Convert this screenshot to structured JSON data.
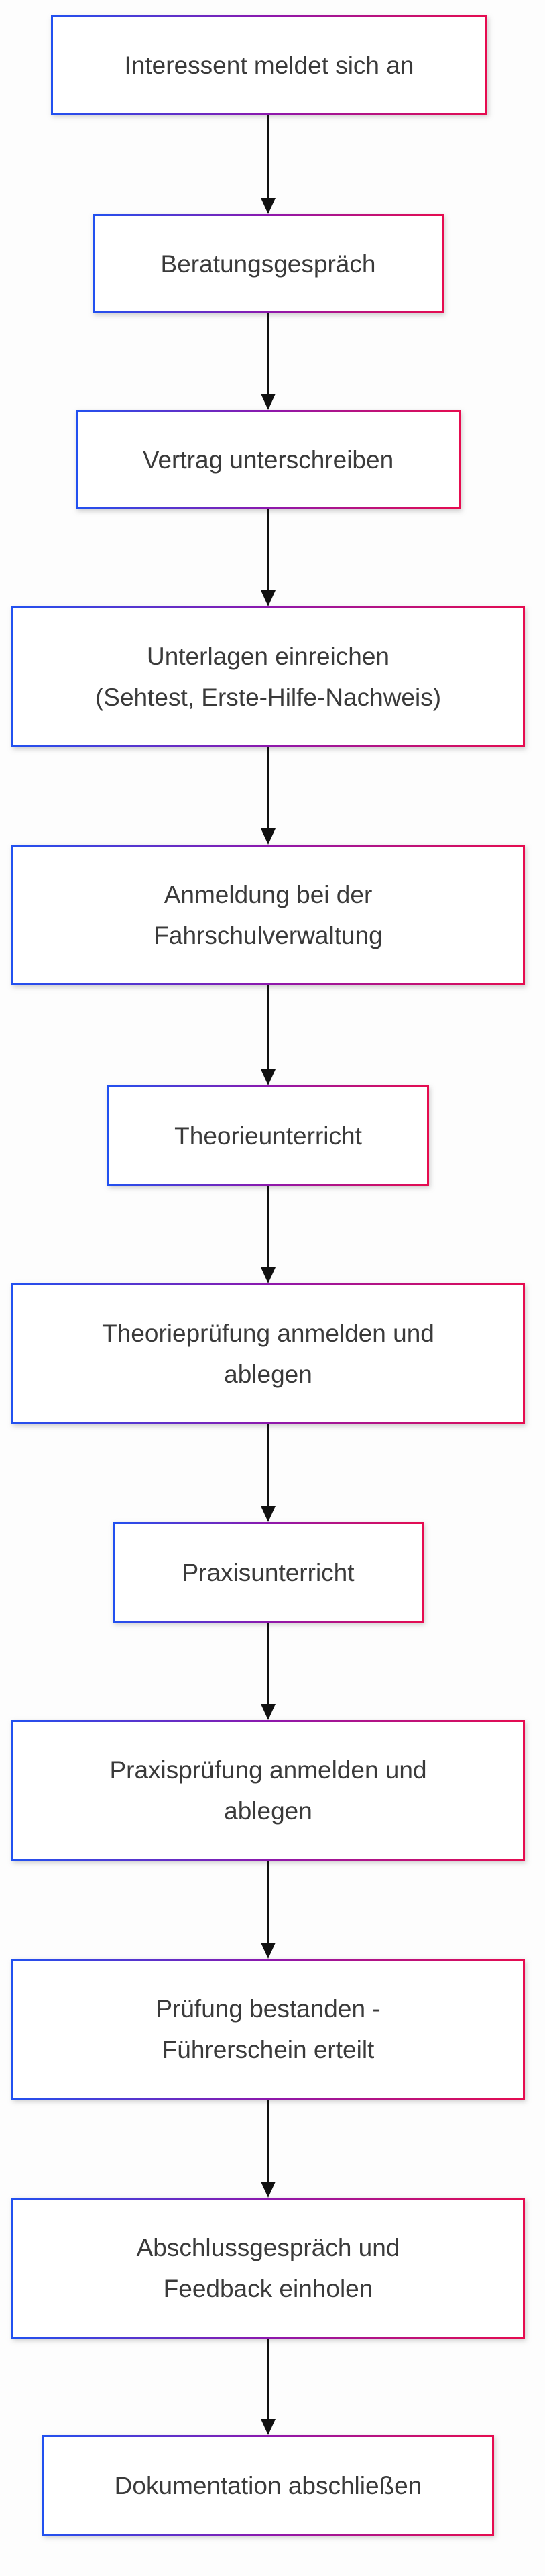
{
  "diagram": {
    "type": "flowchart",
    "direction": "top-down",
    "nodes": [
      {
        "id": "n1",
        "lines": [
          "Interessent meldet sich an"
        ]
      },
      {
        "id": "n2",
        "lines": [
          "Beratungsgespräch"
        ]
      },
      {
        "id": "n3",
        "lines": [
          "Vertrag unterschreiben"
        ]
      },
      {
        "id": "n4",
        "lines": [
          "Unterlagen einreichen",
          "(Sehtest, Erste-Hilfe-Nachweis)"
        ]
      },
      {
        "id": "n5",
        "lines": [
          "Anmeldung bei der",
          "Fahrschulverwaltung"
        ]
      },
      {
        "id": "n6",
        "lines": [
          "Theorieunterricht"
        ]
      },
      {
        "id": "n7",
        "lines": [
          "Theorieprüfung anmelden und",
          "ablegen"
        ]
      },
      {
        "id": "n8",
        "lines": [
          "Praxisunterricht"
        ]
      },
      {
        "id": "n9",
        "lines": [
          "Praxisprüfung anmelden und",
          "ablegen"
        ]
      },
      {
        "id": "n10",
        "lines": [
          "Prüfung bestanden -",
          "Führerschein erteilt"
        ]
      },
      {
        "id": "n11",
        "lines": [
          "Abschlussgespräch und",
          "Feedback einholen"
        ]
      },
      {
        "id": "n12",
        "lines": [
          "Dokumentation abschließen"
        ]
      }
    ],
    "edges": [
      {
        "from": "n1",
        "to": "n2"
      },
      {
        "from": "n2",
        "to": "n3"
      },
      {
        "from": "n3",
        "to": "n4"
      },
      {
        "from": "n4",
        "to": "n5"
      },
      {
        "from": "n5",
        "to": "n6"
      },
      {
        "from": "n6",
        "to": "n7"
      },
      {
        "from": "n7",
        "to": "n8"
      },
      {
        "from": "n8",
        "to": "n9"
      },
      {
        "from": "n9",
        "to": "n10"
      },
      {
        "from": "n10",
        "to": "n11"
      },
      {
        "from": "n11",
        "to": "n12"
      }
    ],
    "colors": {
      "border_gradient_start": "#2151f0",
      "border_gradient_mid": "#8d18ad",
      "border_gradient_end": "#e60c4f",
      "node_fill": "#ffffff",
      "text": "#3a3a3a",
      "arrow": "#111111",
      "page_background": "#fdfdfd"
    }
  }
}
